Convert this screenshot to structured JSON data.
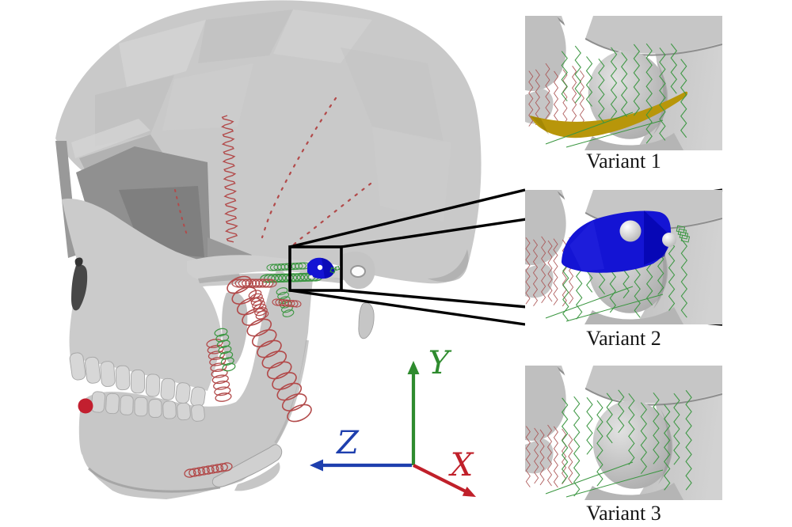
{
  "figure": {
    "axes": {
      "x": {
        "label": "X",
        "color": "#c0202a"
      },
      "y": {
        "label": "Y",
        "color": "#2e8b2e"
      },
      "z": {
        "label": "Z",
        "color": "#1e3fae"
      }
    },
    "panels": [
      {
        "label": "Variant 1",
        "disc": "yellow",
        "disc_color": "#b8960a"
      },
      {
        "label": "Variant 2",
        "disc": "blue",
        "disc_color": "#1414d4",
        "marker_color": "#ffffff"
      },
      {
        "label": "Variant 3",
        "disc": "none",
        "disc_color": ""
      }
    ],
    "colors": {
      "skull": "#c9c9c9",
      "skull_shadow": "#8f8f8f",
      "spring_red": "#b24a4a",
      "spring_green": "#3a9640",
      "landmark_red": "#c21f2f",
      "inset_outline": "#000000",
      "background": "#ffffff"
    }
  }
}
